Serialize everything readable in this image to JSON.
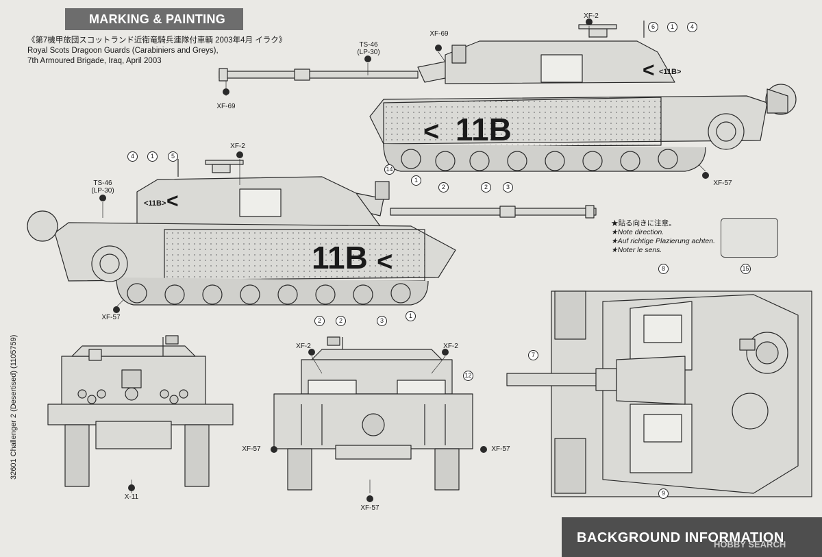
{
  "header": {
    "title": "MARKING & PAINTING"
  },
  "caption": {
    "line1": "《第7機甲旅団スコットランド近衛竜騎兵連隊付車輌 2003年4月 イラク》",
    "line2": "Royal Scots Dragoon Guards (Carabiniers and Greys),",
    "line3": "7th Armoured Brigade, Iraq, April 2003"
  },
  "side_label": "32601 Challenger 2 (Desertised) (1105759)",
  "colors": {
    "header_bg": "#6d6d6d",
    "footer_bg": "#4e4e4e",
    "tank_fill": "#dadad6",
    "line": "#2a2a2a"
  },
  "paint_codes": {
    "xf2": "XF-2",
    "xf57": "XF-57",
    "xf69": "XF-69",
    "ts46": "TS-46",
    "lp30": "(LP-30)",
    "x11": "X-11"
  },
  "markings": {
    "unit": "11B",
    "tac_sign": "<",
    "turret_badge": "<11B>"
  },
  "decal_numbers": [
    "1",
    "2",
    "3",
    "4",
    "5",
    "6",
    "7",
    "8",
    "9",
    "12",
    "14",
    "15"
  ],
  "notes": {
    "ja": "★貼る向きに注意。",
    "en": "★Note direction.",
    "de": "★Auf richtige Plazierung achten.",
    "fr": "★Noter le sens."
  },
  "footer": {
    "title": "BACKGROUND INFORMATION"
  },
  "watermark": "HOBBY SEARCH"
}
